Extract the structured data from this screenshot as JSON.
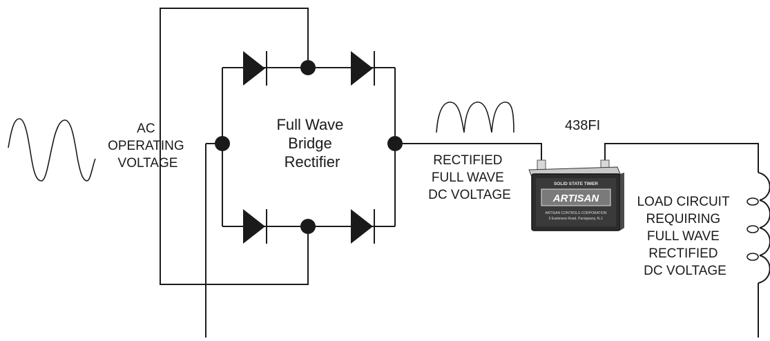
{
  "labels": {
    "ac": [
      "AC",
      "OPERATING",
      "VOLTAGE"
    ],
    "bridge": [
      "Full Wave",
      "Bridge",
      "Rectifier"
    ],
    "rectified": [
      "RECTIFIED",
      "FULL WAVE",
      "DC VOLTAGE"
    ],
    "part_number": "438FI",
    "load": [
      "LOAD CIRCUIT",
      "REQUIRING",
      "FULL WAVE",
      "RECTIFIED",
      "DC VOLTAGE"
    ]
  },
  "timer": {
    "top_label": "SOLID STATE TIMER",
    "brand": "ARTISAN",
    "maker": "ARTISAN CONTROLS CORPORATION",
    "address": "5 Eastmans Road, Parsippany, N.J."
  }
}
